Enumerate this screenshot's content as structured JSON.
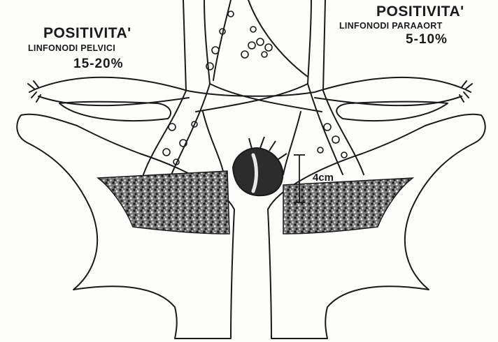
{
  "labels": {
    "left": {
      "heading": "POSITIVITA'",
      "subheading": "LINFONODI PELVICI",
      "percentage": "15-20%"
    },
    "right": {
      "heading": "POSITIVITA'",
      "subheading": "LINFONODI PARAAORT",
      "percentage": "5-10%"
    },
    "measurement": "4cm"
  },
  "colors": {
    "ink": "#1a1a1a",
    "stipple": "#2a2a2a",
    "tumor": "#2c2c2c",
    "paper": "#fdfdfb"
  }
}
